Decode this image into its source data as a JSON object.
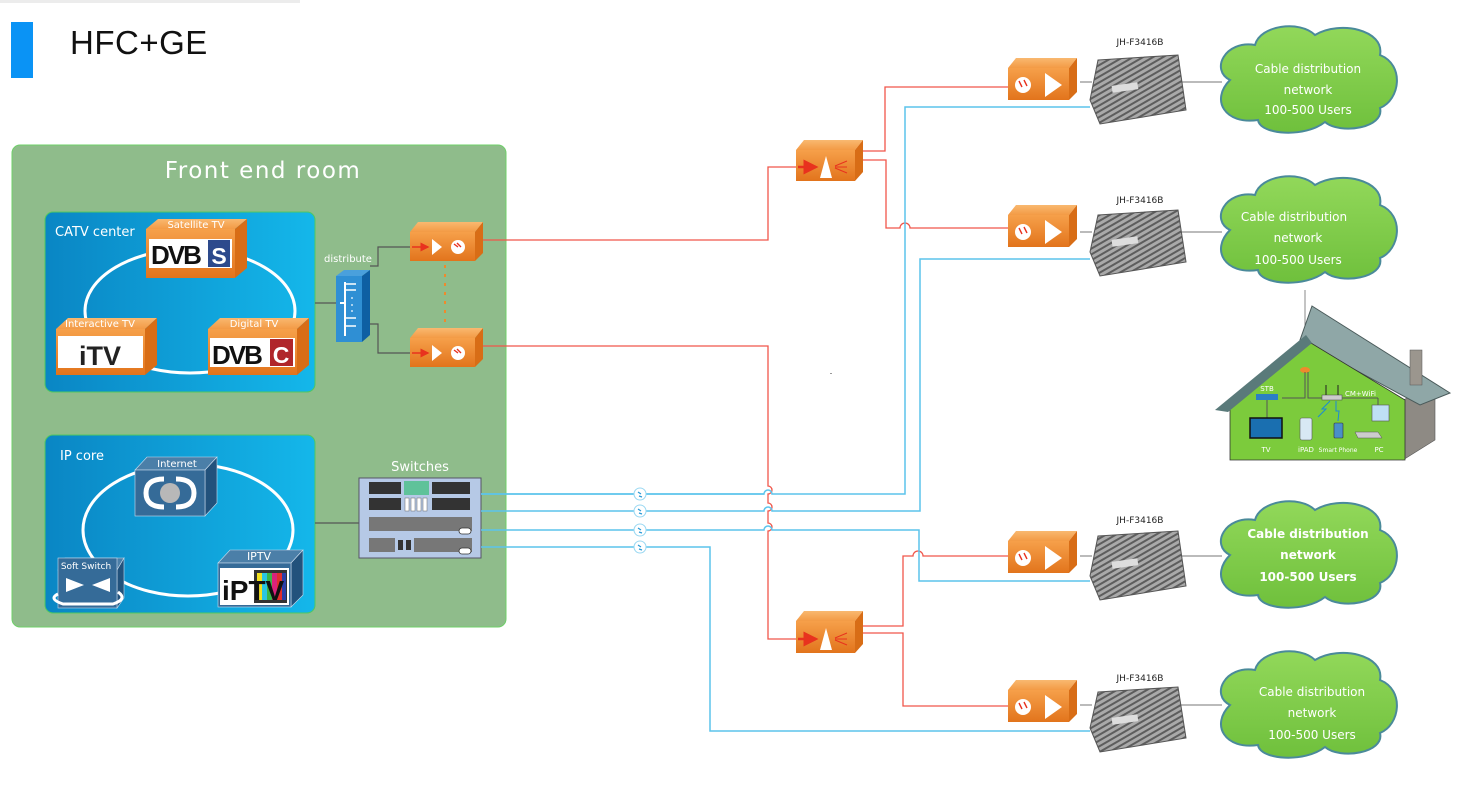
{
  "title": "HFC+GE",
  "front_end_room": {
    "label": "Front end room",
    "catv_center": {
      "label": "CATV center",
      "sources": [
        {
          "name": "Satellite TV",
          "logo": "DVB",
          "badge": "S",
          "badge_color": "#2d4a8c"
        },
        {
          "name": "Interactive TV",
          "logo": "iTV"
        },
        {
          "name": "Digital TV",
          "logo": "DVB",
          "badge": "C",
          "badge_color": "#b0262a"
        }
      ]
    },
    "distribute_label": "distribute",
    "ip_core": {
      "label": "IP core",
      "nodes": [
        {
          "name": "Internet"
        },
        {
          "name": "Soft Switch"
        },
        {
          "name": "IPTV",
          "logo": "iPTV"
        }
      ]
    },
    "switches_label": "Switches"
  },
  "nodes": [
    {
      "model": "JH-F3416B",
      "cloud": [
        "Cable distribution",
        "network",
        "100-500 Users"
      ]
    },
    {
      "model": "JH-F3416B",
      "cloud": [
        "Cable distribution",
        "network",
        "100-500 Users"
      ]
    },
    {
      "model": "JH-F3416B",
      "cloud": [
        "Cable distribution",
        "network",
        "100-500 Users"
      ]
    },
    {
      "model": "JH-F3416B",
      "cloud": [
        "Cable distribution",
        "network",
        "100-500 Users"
      ]
    }
  ],
  "house": {
    "devices": [
      "STB",
      "CM+WiFi",
      "TV",
      "iPAD",
      "Smart Phone",
      "PC"
    ]
  },
  "colors": {
    "accent": "#0a93f5",
    "room_bg": "#8fbc8b",
    "panel_bg": "#0a9ad6",
    "optical_line": "#f0564a",
    "ethernet_line": "#5bc4ec",
    "device_orange": "#ef8a2c",
    "cloud_green": "#86d14f"
  }
}
